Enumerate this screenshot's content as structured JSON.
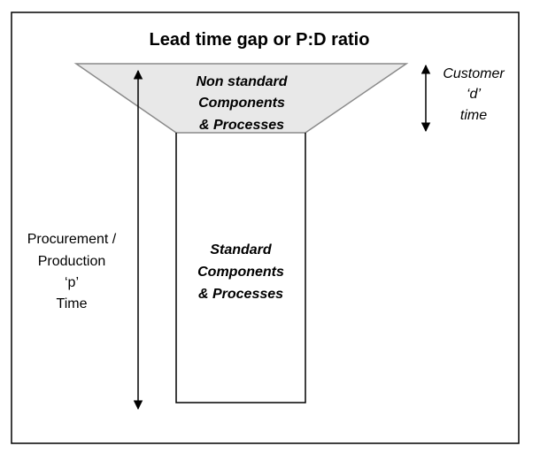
{
  "title": "Lead time gap or P:D ratio",
  "top_section": {
    "lines": [
      "Non standard",
      "Components",
      "& Processes"
    ]
  },
  "bottom_section": {
    "lines": [
      "Standard",
      "Components",
      "& Processes"
    ]
  },
  "customer_label": {
    "lines": [
      "Customer",
      "‘d’",
      "time"
    ]
  },
  "procurement_label": {
    "lines": [
      "Procurement /",
      "Production",
      "‘p’",
      "Time"
    ]
  },
  "colors": {
    "frame": "#000000",
    "funnel_top_fill": "#e8e8e8",
    "funnel_top_stroke": "#8a8a8a",
    "stem_stroke": "#000000",
    "arrow": "#000000",
    "text": "#000000"
  }
}
